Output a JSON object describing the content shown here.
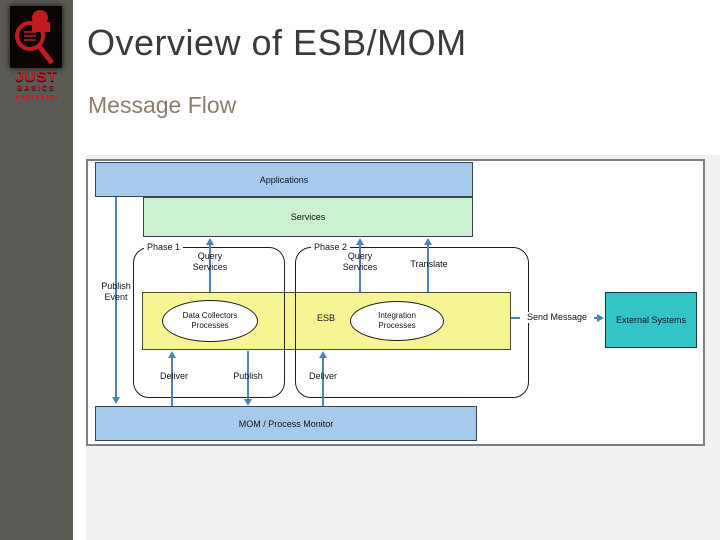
{
  "slide": {
    "title": "Overview of ESB/MOM",
    "subtitle": "Message Flow"
  },
  "logo": {
    "line1": "JUST",
    "line2": "BASICS"
  },
  "diagram": {
    "applications": "Applications",
    "services": "Services",
    "phase1": "Phase 1",
    "phase2": "Phase 2",
    "query_services": "Query Services",
    "translate": "Translate",
    "publish_event": "Publish Event",
    "esb": "ESB",
    "data_collectors": "Data Collectors Processes",
    "integration": "Integration Processes",
    "send_message": "Send Message",
    "external_systems": "External Systems",
    "deliver": "Deliver",
    "publish": "Publish",
    "mom": "MOM / Process Monitor"
  },
  "colors": {
    "blue_bar": "#a6caee",
    "green_bar": "#cbf1ce",
    "yellow_bar": "#f7f593",
    "teal_box": "#33c4c6",
    "arrow_blue": "#4f81bd",
    "title_color": "#3a3a3a",
    "subtitle_color": "#8b7d6c",
    "logo_red": "#d11a21"
  }
}
